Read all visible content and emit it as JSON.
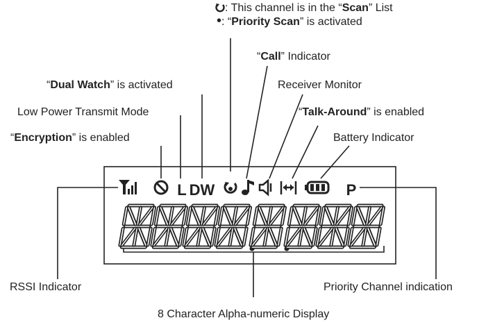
{
  "labels": {
    "scan_list": {
      "pre": ": This channel is in the “",
      "bold": "Scan",
      "post": "” List"
    },
    "priority_scan": {
      "pre": ": “",
      "bold": "Priority Scan",
      "post": "” is activated"
    },
    "call": {
      "pre": "“",
      "bold": "Call",
      "post": "” Indicator"
    },
    "dual_watch": {
      "pre": "“",
      "bold": "Dual Watch",
      "post": "” is activated"
    },
    "receiver_monitor": {
      "text": "Receiver Monitor"
    },
    "low_power": {
      "text": "Low Power Transmit Mode"
    },
    "talk_around": {
      "pre": "“",
      "bold": "Talk-Around",
      "post": "” is enabled"
    },
    "encryption": {
      "pre": "“",
      "bold": "Encryption",
      "post": "” is enabled"
    },
    "battery": {
      "text": "Battery Indicator"
    },
    "rssi": {
      "text": "RSSI Indicator"
    },
    "priority_channel": {
      "text": "Priority Channel indication"
    },
    "alphanumeric": {
      "text": "8 Character Alpha-numeric Display"
    }
  },
  "lcd": {
    "icon_L": "L",
    "icon_DW": "DW",
    "icon_P": "P",
    "segment_char": "8",
    "character_count": 8
  },
  "icons": [
    "rssi-icon",
    "encryption-icon",
    "scan-icon",
    "call-icon",
    "monitor-icon",
    "talk-around-icon",
    "battery-icon"
  ],
  "colors": {
    "ink": "#222222",
    "background": "#ffffff"
  }
}
